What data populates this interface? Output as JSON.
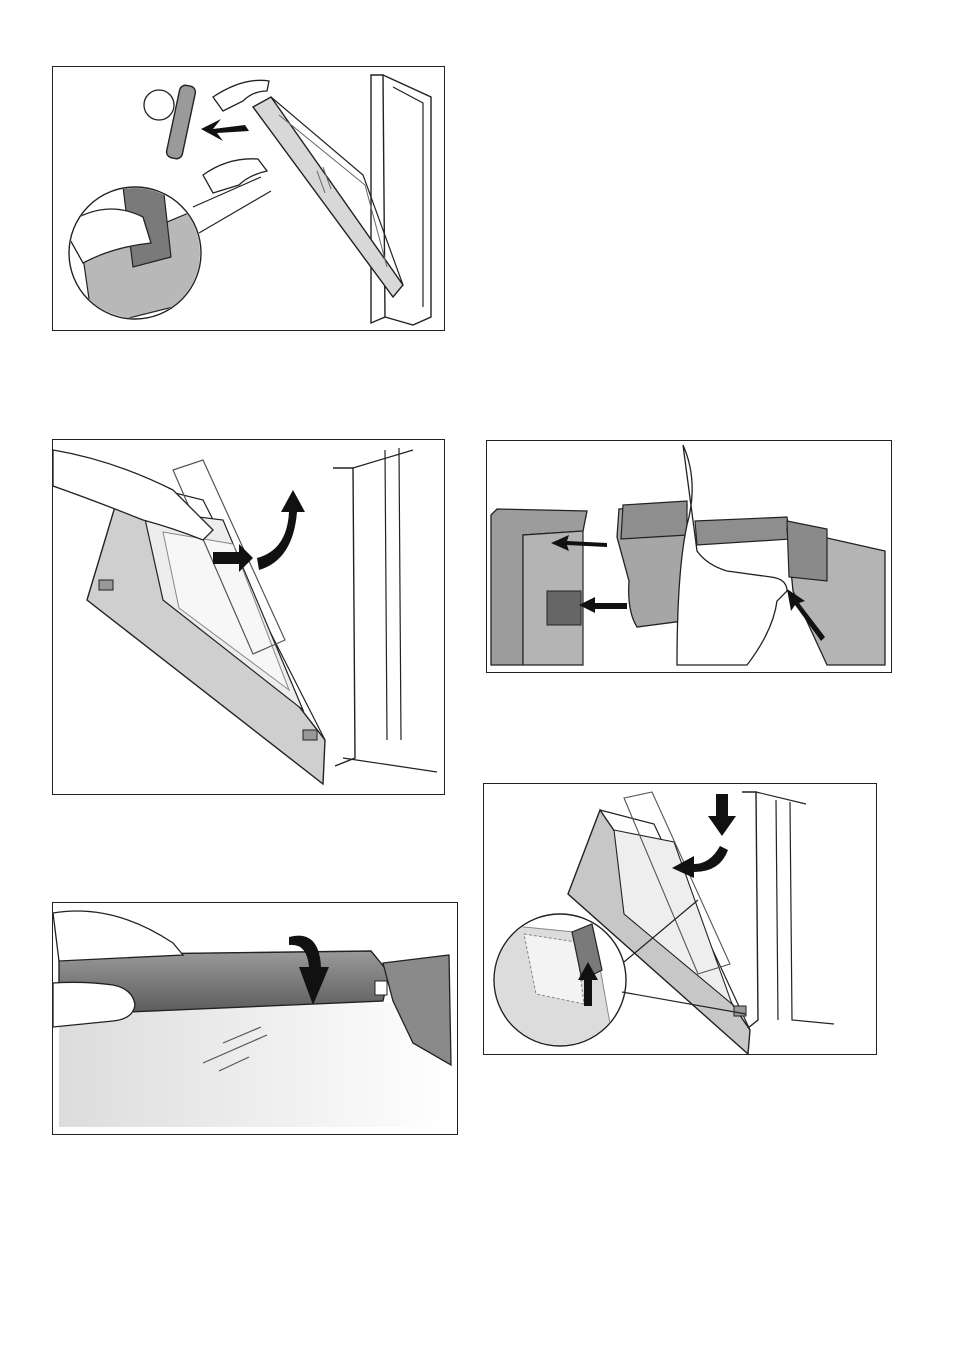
{
  "page": {
    "background": "#ffffff",
    "line_color": "#222222",
    "panel_count": 5
  },
  "figures": [
    {
      "id": "fig-remove-door-handle-strip",
      "icons": [
        "hands-icon",
        "arrow-left-icon",
        "magnifier-inset-icon",
        "trim-strip-icon"
      ]
    },
    {
      "id": "fig-lift-out-inner-pane",
      "icons": [
        "hand-icon",
        "arrow-right-curve-up-icon"
      ]
    },
    {
      "id": "fig-press-down-strip",
      "icons": [
        "hand-icon",
        "arrow-curve-down-icon",
        "glass-reflection-icon"
      ]
    },
    {
      "id": "fig-remove-pane-holders",
      "icons": [
        "hand-icon",
        "arrow-left-icon",
        "arrow-up-left-icon"
      ]
    },
    {
      "id": "fig-reinsert-pane",
      "icons": [
        "arrow-down-icon",
        "arrow-curve-left-icon",
        "magnifier-inset-icon",
        "arrow-up-icon"
      ]
    }
  ]
}
